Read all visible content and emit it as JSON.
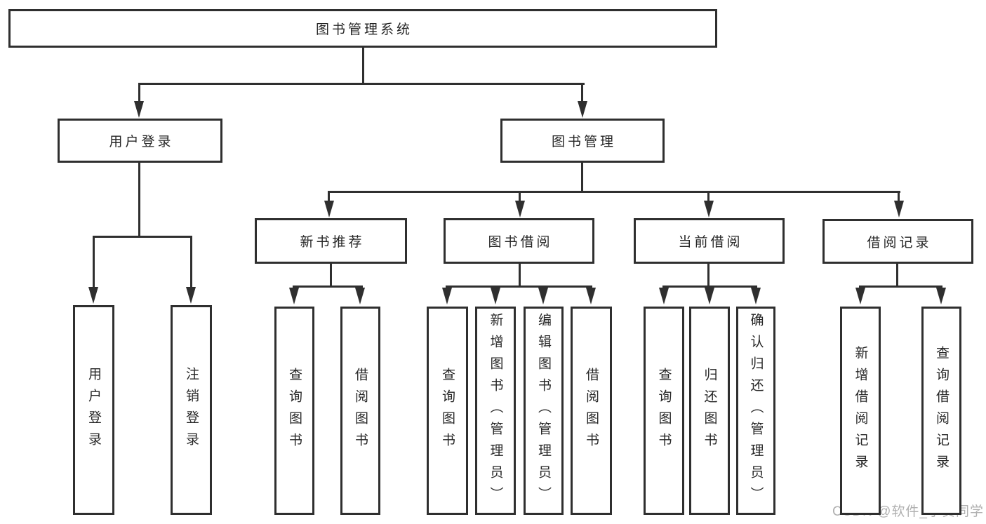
{
  "diagram": {
    "watermark": "CSDN @软件_小贺同学",
    "colors": {
      "line": "#2f2f2f",
      "text": "#262626",
      "background": "#ffffff",
      "watermark": "#b0b0b0"
    },
    "tree": {
      "id": "library-system",
      "label": "图书管理系统",
      "children": [
        {
          "id": "user-login",
          "label": "用户登录",
          "children": [
            {
              "id": "login",
              "label": "用户登录"
            },
            {
              "id": "logout",
              "label": "注销登录"
            }
          ]
        },
        {
          "id": "book-management",
          "label": "图书管理",
          "children": [
            {
              "id": "new-book-recommend",
              "label": "新书推荐",
              "children": [
                {
                  "id": "recommend-query-books",
                  "label": "查询图书"
                },
                {
                  "id": "recommend-borrow-books",
                  "label": "借阅图书"
                }
              ]
            },
            {
              "id": "book-borrowing",
              "label": "图书借阅",
              "children": [
                {
                  "id": "borrowing-query-books",
                  "label": "查询图书"
                },
                {
                  "id": "add-books-admin",
                  "label": "新增图书（管理员）"
                },
                {
                  "id": "edit-books-admin",
                  "label": "编辑图书（管理员）"
                },
                {
                  "id": "borrowing-borrow-books",
                  "label": "借阅图书"
                }
              ]
            },
            {
              "id": "current-borrowing",
              "label": "当前借阅",
              "children": [
                {
                  "id": "current-query-books",
                  "label": "查询图书"
                },
                {
                  "id": "return-books",
                  "label": "归还图书"
                },
                {
                  "id": "confirm-return-admin",
                  "label": "确认归还（管理员）"
                }
              ]
            },
            {
              "id": "borrowing-records",
              "label": "借阅记录",
              "children": [
                {
                  "id": "add-borrow-record",
                  "label": "新增借阅记录"
                },
                {
                  "id": "query-borrow-record",
                  "label": "查询借阅记录"
                }
              ]
            }
          ]
        }
      ]
    }
  }
}
